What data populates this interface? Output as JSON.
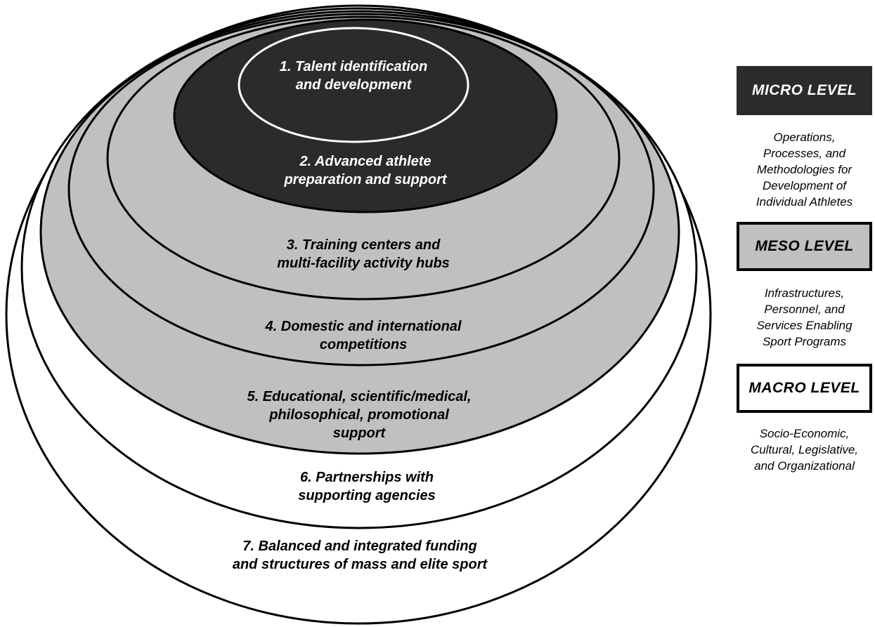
{
  "diagram": {
    "type": "onion-diagram",
    "rings": [
      {
        "number": 1,
        "level": "micro",
        "label": "1. Talent identification\nand development"
      },
      {
        "number": 2,
        "level": "micro",
        "label": "2. Advanced athlete\npreparation and support"
      },
      {
        "number": 3,
        "level": "meso",
        "label": "3. Training centers and\nmulti-facility activity hubs"
      },
      {
        "number": 4,
        "level": "meso",
        "label": "4. Domestic and international\ncompetitions"
      },
      {
        "number": 5,
        "level": "meso",
        "label": "5. Educational, scientific/medical,\nphilosophical, promotional\nsupport"
      },
      {
        "number": 6,
        "level": "macro",
        "label": "6. Partnerships with\nsupporting agencies"
      },
      {
        "number": 7,
        "level": "macro",
        "label": "7. Balanced and integrated funding\nand structures of mass and elite sport"
      }
    ]
  },
  "legend": {
    "micro": {
      "title": "MICRO LEVEL",
      "description": "Operations,\nProcesses, and\nMethodologies for\nDevelopment of\nIndividual Athletes"
    },
    "meso": {
      "title": "MESO LEVEL",
      "description": "Infrastructures,\nPersonnel, and\nServices Enabling\nSport Programs"
    },
    "macro": {
      "title": "MACRO LEVEL",
      "description": "Socio-Economic,\nCultural, Legislative,\nand Organizational"
    }
  },
  "colors": {
    "micro_fill": "#2b2b2b",
    "meso_fill": "#c0c0c0",
    "macro_fill": "#ffffff",
    "outline": "#000000",
    "inner_ring_stroke": "#ffffff",
    "micro_text": "#ffffff",
    "default_text": "#000000"
  }
}
